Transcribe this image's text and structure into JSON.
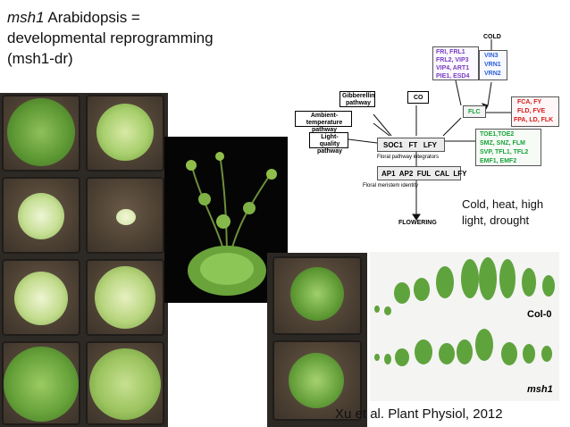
{
  "title": {
    "gene": "msh1",
    "line1_rest": " Arabidopsis =",
    "line2": "developmental reprogramming",
    "line3": "(msh1-dr)"
  },
  "diagram": {
    "cold": "COLD",
    "flc_group": [
      "FRI, FRL1",
      "FRL2, VIP3",
      "VIP4, ART1",
      "PIE1, ESD4"
    ],
    "vrn_group": [
      "VIN3",
      "VRN1",
      "VRN2"
    ],
    "flc": "FLC",
    "autonomous_group": [
      "FCA, FY",
      "FLD, FVE",
      "FPA, LD, FLK"
    ],
    "gibberellin": "Gibberellin pathway",
    "co": "CO",
    "ambient": "Ambient-temperature pathway",
    "light": "Light-quality pathway",
    "integrators": "SOC1   FT   LFY",
    "integrators_label": "Floral pathway integrators",
    "repressors": [
      "TOE1,TOE2",
      "SMZ, SNZ, FLM",
      "SVP, TFL1, TFL2",
      "EMF1, EMF2"
    ],
    "meristem": "AP1  AP2  FUL  CAL  LFY",
    "meristem_label": "Floral meristem identity",
    "flowering": "FLOWERING"
  },
  "stress_note": [
    "Cold, heat, high",
    "light, drought"
  ],
  "labels": {
    "col0": "Col-0",
    "msh1": "msh1"
  },
  "citation": "Xu et al. Plant Physiol, 2012",
  "colors": {
    "purple": "#7a3fc0",
    "blue": "#2a5fd6",
    "red": "#d81b1b",
    "green": "#19a23a"
  }
}
